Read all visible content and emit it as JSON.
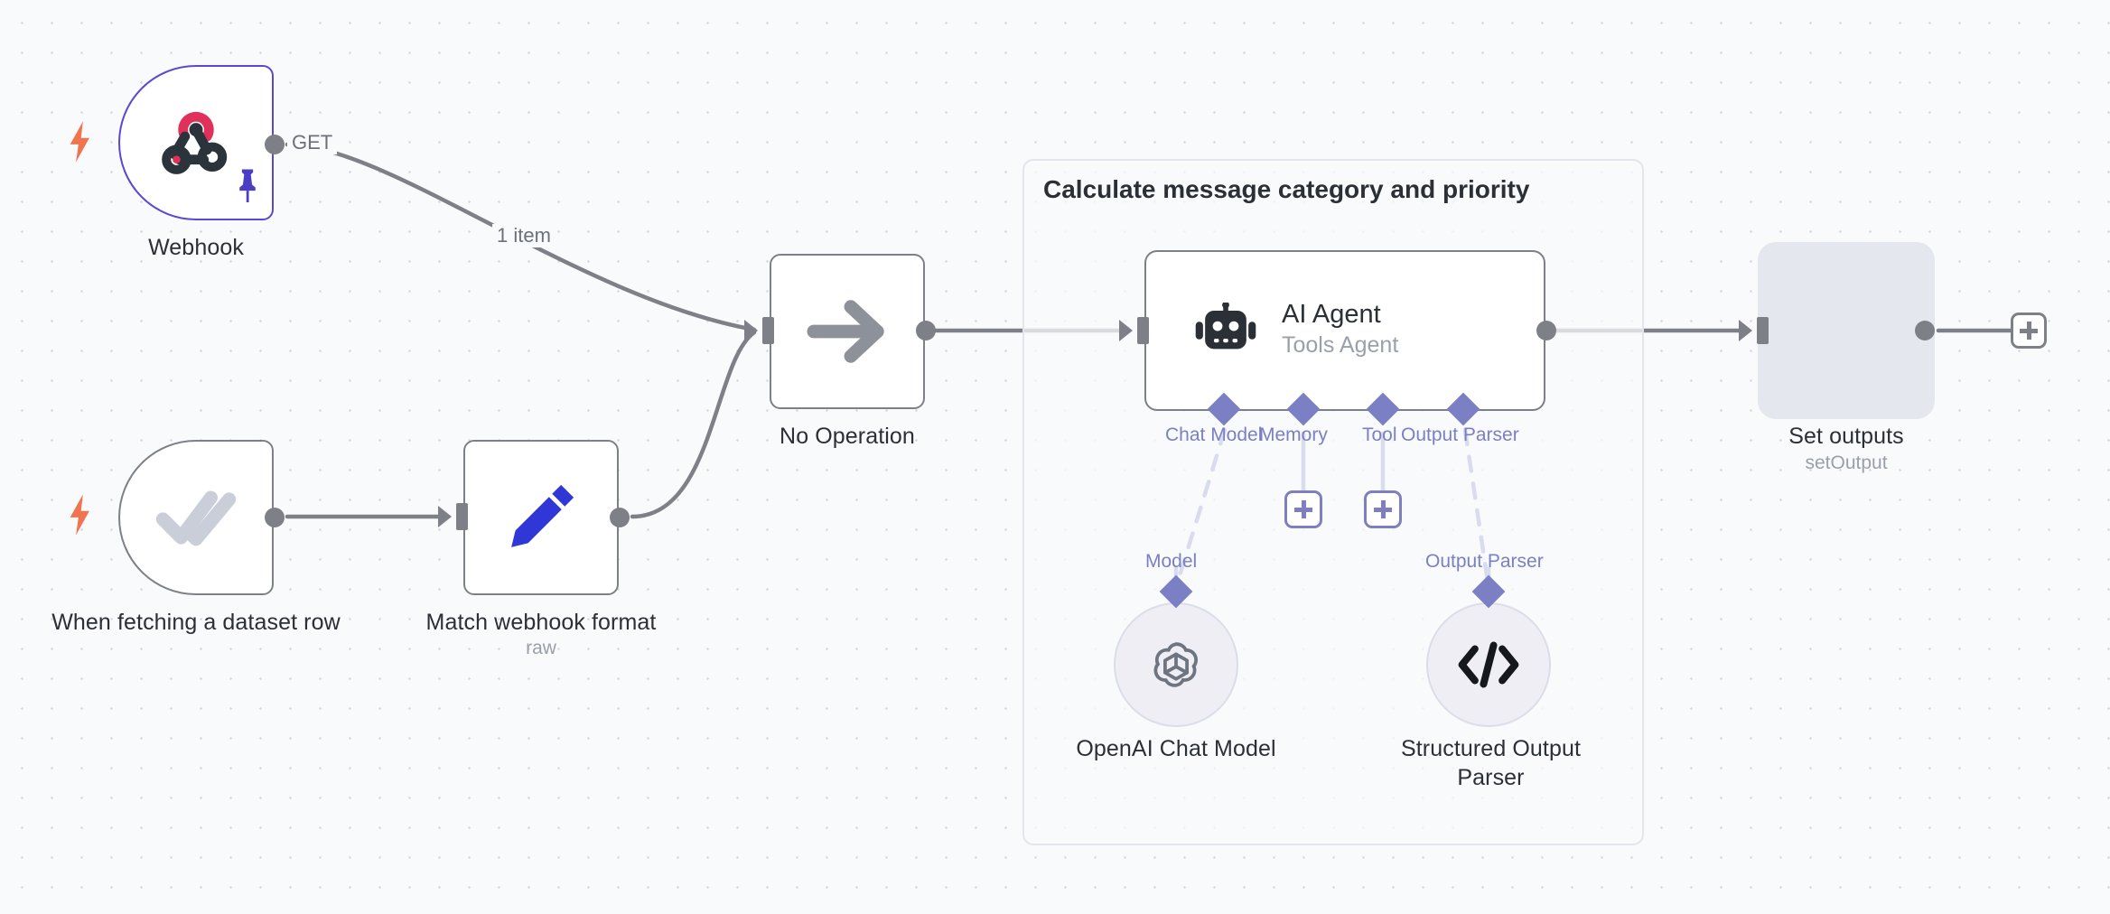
{
  "canvas": {
    "background": "#f9fafb",
    "grid_dot_color": "#d9dce3",
    "zoom_level": "100%"
  },
  "group": {
    "title": "Calculate message category and priority",
    "border_color": "#e2e5ec"
  },
  "nodes": [
    {
      "id": "webhook",
      "name": "Webhook",
      "subtitle": "",
      "icon": "webhook-icon",
      "type": "trigger",
      "border_color": "#5a48d4",
      "pinned": true,
      "trigger_bolt": true,
      "output_label": "GET"
    },
    {
      "id": "when-fetching-a-dataset-row",
      "name": "When fetching a dataset row",
      "subtitle": "",
      "icon": "double-check-icon",
      "type": "trigger",
      "border_color": "#7d8086",
      "pinned": false,
      "trigger_bolt": true,
      "output_label": ""
    },
    {
      "id": "match-webhook-format",
      "name": "Match webhook format",
      "subtitle": "raw",
      "icon": "pencil-icon",
      "type": "action",
      "border_color": "#7d8086",
      "pinned": false,
      "trigger_bolt": false,
      "output_label": ""
    },
    {
      "id": "no-operation",
      "name": "No Operation",
      "subtitle": "",
      "icon": "arrow-right-icon",
      "type": "action",
      "border_color": "#7d8086",
      "pinned": false,
      "trigger_bolt": false,
      "output_label": ""
    },
    {
      "id": "ai-agent",
      "name": "AI Agent",
      "subtitle": "Tools Agent",
      "icon": "robot-icon",
      "type": "agent",
      "border_color": "#7d8086",
      "pinned": false,
      "trigger_bolt": false,
      "output_label": ""
    },
    {
      "id": "set-outputs",
      "name": "Set outputs",
      "subtitle": "setOutput",
      "icon": "double-check-icon",
      "type": "action",
      "border_color": "#7d8086",
      "pinned": false,
      "selected": true,
      "trigger_bolt": false,
      "output_label": ""
    },
    {
      "id": "openai-chat-model",
      "name": "OpenAI Chat Model",
      "subtitle": "",
      "icon": "openai-icon",
      "type": "sub-node",
      "connector_label": "Model"
    },
    {
      "id": "structured-output-parser",
      "name": "Structured Output Parser",
      "subtitle": "",
      "icon": "code-brackets-icon",
      "type": "sub-node",
      "connector_label": "Output Parser"
    }
  ],
  "agent_connectors": [
    {
      "label": "Chat Model",
      "has_plus": false
    },
    {
      "label": "Memory",
      "has_plus": true
    },
    {
      "label": "Tool",
      "has_plus": true
    },
    {
      "label": "Output Parser",
      "has_plus": false
    }
  ],
  "edges": [
    {
      "from": "webhook",
      "to": "no-operation",
      "label": "1 item",
      "source_label": "GET"
    },
    {
      "from": "when-fetching-a-dataset-row",
      "to": "match-webhook-format",
      "label": ""
    },
    {
      "from": "match-webhook-format",
      "to": "no-operation",
      "label": ""
    },
    {
      "from": "no-operation",
      "to": "ai-agent",
      "label": ""
    },
    {
      "from": "ai-agent",
      "to": "set-outputs",
      "label": ""
    },
    {
      "from": "set-outputs",
      "to": "add-node",
      "label": ""
    }
  ],
  "buttons": {
    "add_node_plus": "+",
    "add_memory_plus": "+",
    "add_tool_plus": "+"
  },
  "colors": {
    "accent_purple": "#5a48d4",
    "ai_purple": "#7b7fc4",
    "trigger_orange": "#f0744f",
    "edge_gray": "#7d8086",
    "webhook_red": "#e0315b",
    "pencil_blue": "#2f38d6"
  }
}
